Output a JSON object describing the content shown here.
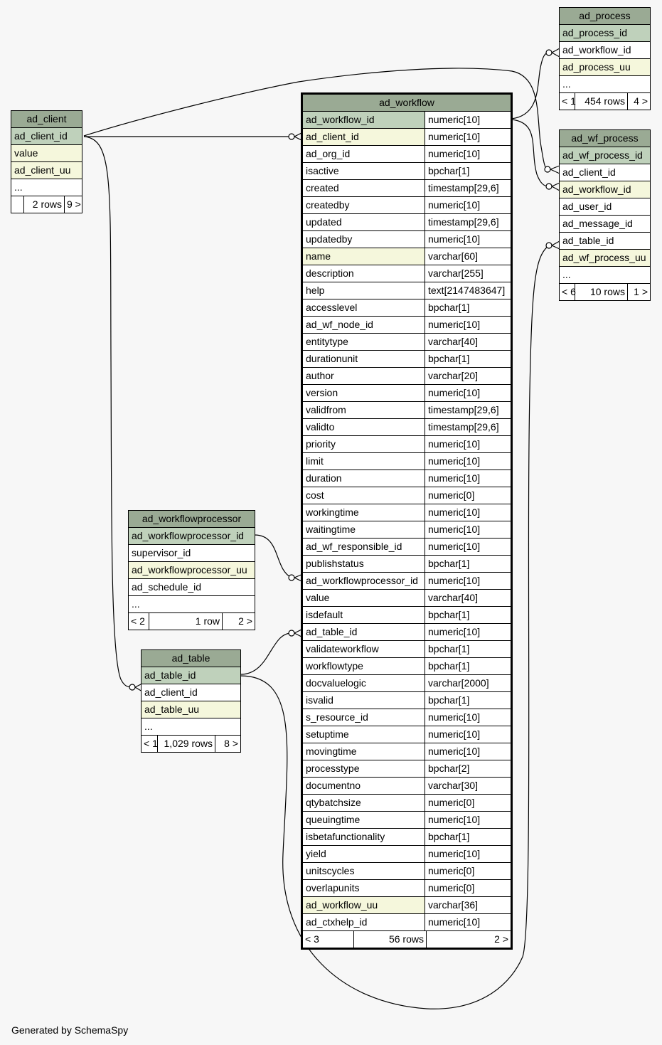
{
  "footer": "Generated by SchemaSpy",
  "tables": {
    "ad_process": {
      "name": "ad_process",
      "rows": [
        {
          "name": "ad_process_id",
          "kind": "pk"
        },
        {
          "name": "ad_workflow_id",
          "kind": ""
        },
        {
          "name": "ad_process_uu",
          "kind": "idx"
        },
        {
          "name": "...",
          "kind": ""
        }
      ],
      "foot": {
        "left": "< 1",
        "mid": "454 rows",
        "right": "4 >"
      }
    },
    "ad_client": {
      "name": "ad_client",
      "rows": [
        {
          "name": "ad_client_id",
          "kind": "pk"
        },
        {
          "name": "value",
          "kind": "idx"
        },
        {
          "name": "ad_client_uu",
          "kind": "idx"
        },
        {
          "name": "...",
          "kind": ""
        }
      ],
      "foot": {
        "left": "",
        "mid": "2 rows",
        "right": "9 >"
      }
    },
    "ad_wf_process": {
      "name": "ad_wf_process",
      "rows": [
        {
          "name": "ad_wf_process_id",
          "kind": "pk"
        },
        {
          "name": "ad_client_id",
          "kind": ""
        },
        {
          "name": "ad_workflow_id",
          "kind": "idx"
        },
        {
          "name": "ad_user_id",
          "kind": ""
        },
        {
          "name": "ad_message_id",
          "kind": ""
        },
        {
          "name": "ad_table_id",
          "kind": ""
        },
        {
          "name": "ad_wf_process_uu",
          "kind": "idx"
        },
        {
          "name": "...",
          "kind": ""
        }
      ],
      "foot": {
        "left": "< 6",
        "mid": "10 rows",
        "right": "1 >"
      }
    },
    "ad_workflowprocessor": {
      "name": "ad_workflowprocessor",
      "rows": [
        {
          "name": "ad_workflowprocessor_id",
          "kind": "pk"
        },
        {
          "name": "supervisor_id",
          "kind": ""
        },
        {
          "name": "ad_workflowprocessor_uu",
          "kind": "idx"
        },
        {
          "name": "ad_schedule_id",
          "kind": ""
        },
        {
          "name": "...",
          "kind": ""
        }
      ],
      "foot": {
        "left": "< 2",
        "mid": "1 row",
        "right": "2 >"
      }
    },
    "ad_table": {
      "name": "ad_table",
      "rows": [
        {
          "name": "ad_table_id",
          "kind": "pk"
        },
        {
          "name": "ad_client_id",
          "kind": ""
        },
        {
          "name": "ad_table_uu",
          "kind": "idx"
        },
        {
          "name": "...",
          "kind": ""
        }
      ],
      "foot": {
        "left": "< 1",
        "mid": "1,029 rows",
        "right": "8 >"
      }
    },
    "ad_workflow": {
      "name": "ad_workflow",
      "rows": [
        {
          "name": "ad_workflow_id",
          "type": "numeric[10]",
          "kind": "pk"
        },
        {
          "name": "ad_client_id",
          "type": "numeric[10]",
          "kind": "idx"
        },
        {
          "name": "ad_org_id",
          "type": "numeric[10]",
          "kind": ""
        },
        {
          "name": "isactive",
          "type": "bpchar[1]",
          "kind": ""
        },
        {
          "name": "created",
          "type": "timestamp[29,6]",
          "kind": ""
        },
        {
          "name": "createdby",
          "type": "numeric[10]",
          "kind": ""
        },
        {
          "name": "updated",
          "type": "timestamp[29,6]",
          "kind": ""
        },
        {
          "name": "updatedby",
          "type": "numeric[10]",
          "kind": ""
        },
        {
          "name": "name",
          "type": "varchar[60]",
          "kind": "idx"
        },
        {
          "name": "description",
          "type": "varchar[255]",
          "kind": ""
        },
        {
          "name": "help",
          "type": "text[2147483647]",
          "kind": ""
        },
        {
          "name": "accesslevel",
          "type": "bpchar[1]",
          "kind": ""
        },
        {
          "name": "ad_wf_node_id",
          "type": "numeric[10]",
          "kind": ""
        },
        {
          "name": "entitytype",
          "type": "varchar[40]",
          "kind": ""
        },
        {
          "name": "durationunit",
          "type": "bpchar[1]",
          "kind": ""
        },
        {
          "name": "author",
          "type": "varchar[20]",
          "kind": ""
        },
        {
          "name": "version",
          "type": "numeric[10]",
          "kind": ""
        },
        {
          "name": "validfrom",
          "type": "timestamp[29,6]",
          "kind": ""
        },
        {
          "name": "validto",
          "type": "timestamp[29,6]",
          "kind": ""
        },
        {
          "name": "priority",
          "type": "numeric[10]",
          "kind": ""
        },
        {
          "name": "limit",
          "type": "numeric[10]",
          "kind": ""
        },
        {
          "name": "duration",
          "type": "numeric[10]",
          "kind": ""
        },
        {
          "name": "cost",
          "type": "numeric[0]",
          "kind": ""
        },
        {
          "name": "workingtime",
          "type": "numeric[10]",
          "kind": ""
        },
        {
          "name": "waitingtime",
          "type": "numeric[10]",
          "kind": ""
        },
        {
          "name": "ad_wf_responsible_id",
          "type": "numeric[10]",
          "kind": ""
        },
        {
          "name": "publishstatus",
          "type": "bpchar[1]",
          "kind": ""
        },
        {
          "name": "ad_workflowprocessor_id",
          "type": "numeric[10]",
          "kind": ""
        },
        {
          "name": "value",
          "type": "varchar[40]",
          "kind": ""
        },
        {
          "name": "isdefault",
          "type": "bpchar[1]",
          "kind": ""
        },
        {
          "name": "ad_table_id",
          "type": "numeric[10]",
          "kind": ""
        },
        {
          "name": "validateworkflow",
          "type": "bpchar[1]",
          "kind": ""
        },
        {
          "name": "workflowtype",
          "type": "bpchar[1]",
          "kind": ""
        },
        {
          "name": "docvaluelogic",
          "type": "varchar[2000]",
          "kind": ""
        },
        {
          "name": "isvalid",
          "type": "bpchar[1]",
          "kind": ""
        },
        {
          "name": "s_resource_id",
          "type": "numeric[10]",
          "kind": ""
        },
        {
          "name": "setuptime",
          "type": "numeric[10]",
          "kind": ""
        },
        {
          "name": "movingtime",
          "type": "numeric[10]",
          "kind": ""
        },
        {
          "name": "processtype",
          "type": "bpchar[2]",
          "kind": ""
        },
        {
          "name": "documentno",
          "type": "varchar[30]",
          "kind": ""
        },
        {
          "name": "qtybatchsize",
          "type": "numeric[0]",
          "kind": ""
        },
        {
          "name": "queuingtime",
          "type": "numeric[10]",
          "kind": ""
        },
        {
          "name": "isbetafunctionality",
          "type": "bpchar[1]",
          "kind": ""
        },
        {
          "name": "yield",
          "type": "numeric[10]",
          "kind": ""
        },
        {
          "name": "unitscycles",
          "type": "numeric[0]",
          "kind": ""
        },
        {
          "name": "overlapunits",
          "type": "numeric[0]",
          "kind": ""
        },
        {
          "name": "ad_workflow_uu",
          "type": "varchar[36]",
          "kind": "idx"
        },
        {
          "name": "ad_ctxhelp_id",
          "type": "numeric[10]",
          "kind": ""
        }
      ],
      "foot": {
        "left": "< 3",
        "mid": "56 rows",
        "right": "2 >"
      }
    }
  }
}
